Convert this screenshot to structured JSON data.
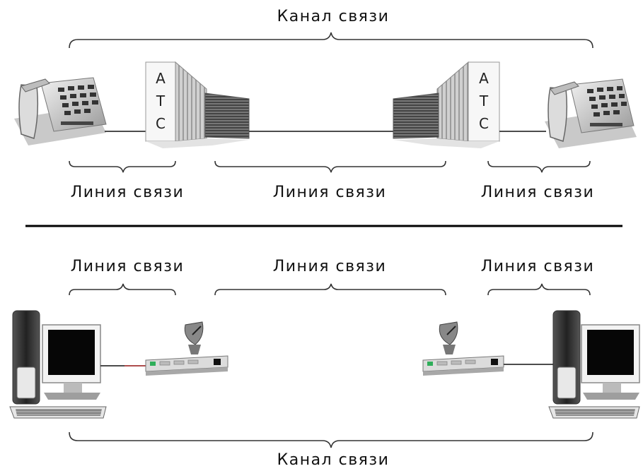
{
  "top": {
    "channel_label": "Канал связи",
    "line_labels": [
      "Линия связи",
      "Линия связи",
      "Линия связи"
    ],
    "station_letters": [
      "А",
      "Т",
      "С"
    ]
  },
  "bottom": {
    "channel_label": "Канал связи",
    "line_labels": [
      "Линия связи",
      "Линия связи",
      "Линия связи"
    ]
  },
  "colors": {
    "line": "#333333",
    "divider": "#000000",
    "modem_led": "#2fae5a",
    "cable_accent": "#b84a4a"
  }
}
